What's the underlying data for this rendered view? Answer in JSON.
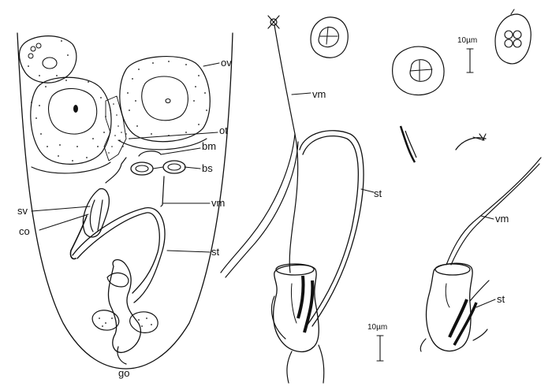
{
  "labels": {
    "ov": "ov",
    "ot": "ot",
    "bm": "bm",
    "bs": "bs",
    "sv": "sv",
    "vm": "vm",
    "co": "co",
    "st": "st",
    "go": "go",
    "vm_b": "vm",
    "st_b": "st",
    "vm_c": "vm",
    "st_c": "st"
  },
  "scale_bars": {
    "top": "10µm",
    "bottom": "10µm"
  },
  "colors": {
    "ink": "#111111",
    "background": "#ffffff"
  }
}
